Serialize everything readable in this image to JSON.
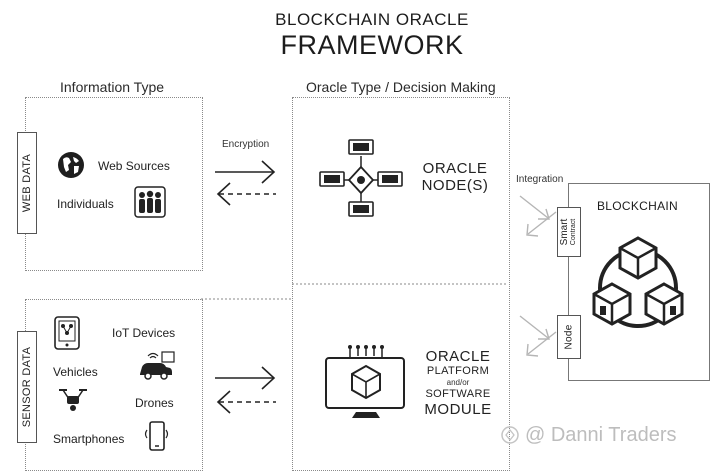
{
  "title": {
    "line1": "BLOCKCHAIN ORACLE",
    "line2": "FRAMEWORK"
  },
  "columns": {
    "information_type": "Information Type",
    "oracle_type": "Oracle Type / Decision Making"
  },
  "web_data": {
    "label": "WEB DATA",
    "web_sources": "Web Sources",
    "individuals": "Individuals"
  },
  "sensor_data": {
    "label": "SENSOR DATA",
    "iot_devices": "IoT Devices",
    "vehicles": "Vehicles",
    "drones": "Drones",
    "smartphones": "Smartphones"
  },
  "flows": {
    "encryption": "Encryption",
    "integration": "Integration"
  },
  "oracle_nodes": {
    "line1": "ORACLE",
    "line2": "NODE(S)"
  },
  "oracle_platform": {
    "line1": "ORACLE",
    "line2": "PLATFORM",
    "line3": "and/or",
    "line4": "SOFTWARE",
    "line5": "MODULE"
  },
  "blockchain": {
    "label": "BLOCKCHAIN",
    "smart_contract_1": "Smart",
    "smart_contract_2": "Contract",
    "node": "Node"
  },
  "watermark": "@ Danni Traders",
  "colors": {
    "line": "#222222",
    "border": "#777777",
    "dotted": "#8a8a8a",
    "watermark": "#bdbdbd"
  }
}
